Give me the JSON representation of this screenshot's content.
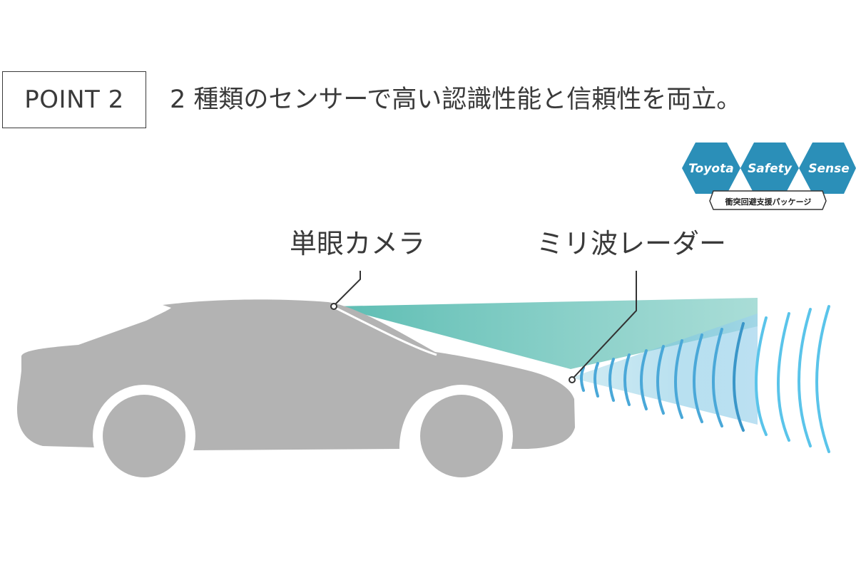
{
  "header": {
    "point_label": "POINT 2",
    "headline": "2 種類のセンサーで高い認識性能と信頼性を両立。"
  },
  "logo": {
    "words": [
      "Toyota",
      "Safety",
      "Sense"
    ],
    "subtitle": "衝突回避支援パッケージ",
    "hex_color": "#2b8fb8",
    "hex_color_dark": "#1f6f93"
  },
  "labels": {
    "camera": "単眼カメラ",
    "radar": "ミリ波レーダー"
  },
  "colors": {
    "car_body": "#b3b3b3",
    "camera_beam": "#6cc4bd",
    "radar_beam": "#a8d8ec",
    "radar_wave": "#4aa8d8"
  }
}
